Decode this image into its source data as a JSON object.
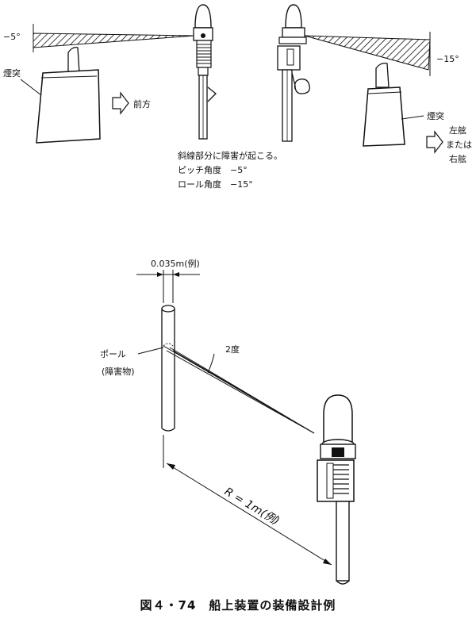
{
  "top_view": {
    "pitch_angle_label": "−5°",
    "roll_angle_label": "−15°",
    "chimney_label_left": "煙突",
    "chimney_label_right": "煙突",
    "forward_label": "前方",
    "port_label": "左舷",
    "or_label": "または",
    "starboard_label": "右舷",
    "note_line1": "斜線部分に障害が起こる。",
    "note_line2": "ピッチ角度　−5°",
    "note_line3": "ロール角度　−15°"
  },
  "bottom_view": {
    "diameter_label": "0.035m(例)",
    "pole_label": "ポール",
    "obstacle_label": "(障害物)",
    "angle_label": "2度",
    "distance_label": "R = 1m(例)"
  },
  "caption": "図４・74　船上装置の装備設計例",
  "colors": {
    "line": "#111111",
    "background": "#ffffff"
  },
  "icons": [
    "arrow-right-icon"
  ]
}
